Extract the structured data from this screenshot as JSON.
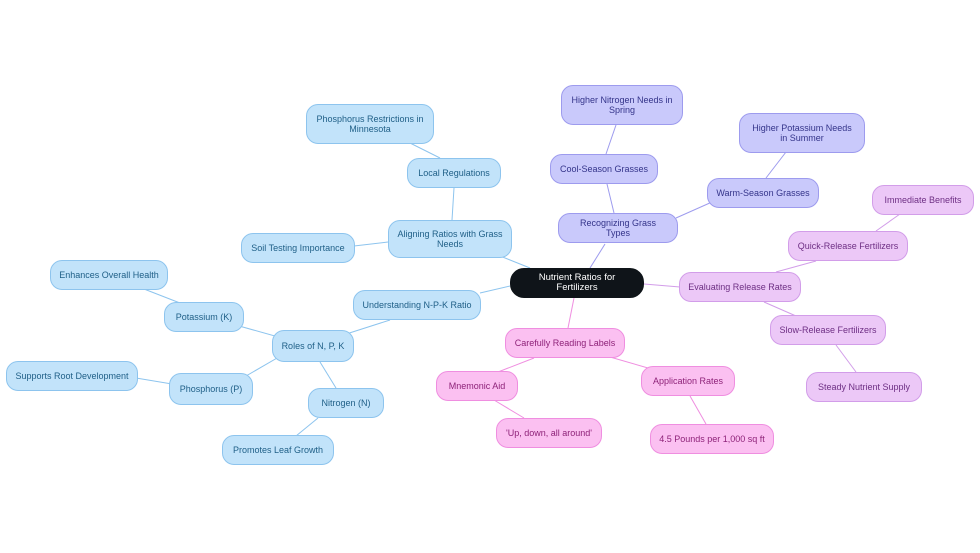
{
  "root": "Nutrient Ratios for Fertilizers",
  "colors": {
    "blue": "#c2e3fa",
    "indigo": "#c9c9fb",
    "violet": "#ecc8f7",
    "pink": "#fbc0f1",
    "root": "#0f1419",
    "edge_blue": "#8dc4ee",
    "edge_indigo": "#9d9bee",
    "edge_violet": "#d29de9",
    "edge_pink": "#ef8ee0"
  },
  "branches": {
    "aligning": {
      "label": "Aligning Ratios with Grass Needs",
      "local_regulations": "Local Regulations",
      "phosphorus_restrictions": "Phosphorus Restrictions in Minnesota",
      "soil_testing": "Soil Testing Importance"
    },
    "understanding": {
      "label": "Understanding N-P-K Ratio",
      "roles": "Roles of N, P, K",
      "potassium": "Potassium (K)",
      "potassium_note": "Enhances Overall Health",
      "phosphorus": "Phosphorus (P)",
      "phosphorus_note": "Supports Root Development",
      "nitrogen": "Nitrogen (N)",
      "nitrogen_note": "Promotes Leaf Growth"
    },
    "recognizing": {
      "label": "Recognizing Grass Types",
      "cool_season": "Cool-Season Grasses",
      "cool_note": "Higher Nitrogen Needs in Spring",
      "warm_season": "Warm-Season Grasses",
      "warm_note": "Higher Potassium Needs in Summer"
    },
    "evaluating": {
      "label": "Evaluating Release Rates",
      "quick_release": "Quick-Release Fertilizers",
      "quick_note": "Immediate Benefits",
      "slow_release": "Slow-Release Fertilizers",
      "slow_note": "Steady Nutrient Supply"
    },
    "reading": {
      "label": "Carefully Reading Labels",
      "mnemonic": "Mnemonic Aid",
      "mnemonic_note": "'Up, down, all around'",
      "application": "Application Rates",
      "application_note": "4.5 Pounds per 1,000 sq ft"
    }
  }
}
